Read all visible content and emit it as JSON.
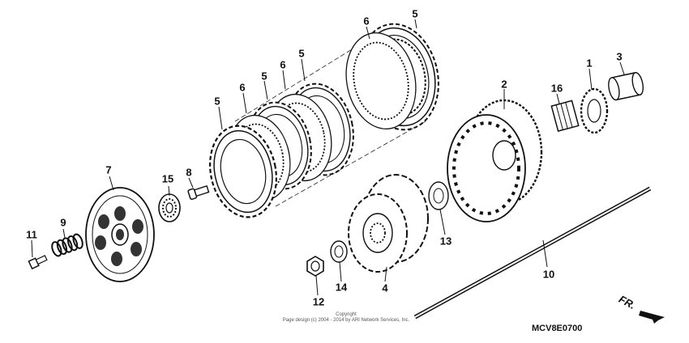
{
  "diagram_code": "MCV8E0700",
  "copyright": {
    "line1": "Copyright",
    "line2": "Page design (c) 2004 - 2014 by ARI Network Services, Inc."
  },
  "direction_label": "FR.",
  "callouts": {
    "n1": "1",
    "n2": "2",
    "n3": "3",
    "n4": "4",
    "n5a": "5",
    "n5b": "5",
    "n5c": "5",
    "n5d": "5",
    "n6a": "6",
    "n6b": "6",
    "n6c": "6",
    "n7": "7",
    "n8": "8",
    "n9": "9",
    "n10": "10",
    "n11": "11",
    "n12": "12",
    "n13": "13",
    "n14": "14",
    "n15": "15",
    "n16": "16"
  }
}
